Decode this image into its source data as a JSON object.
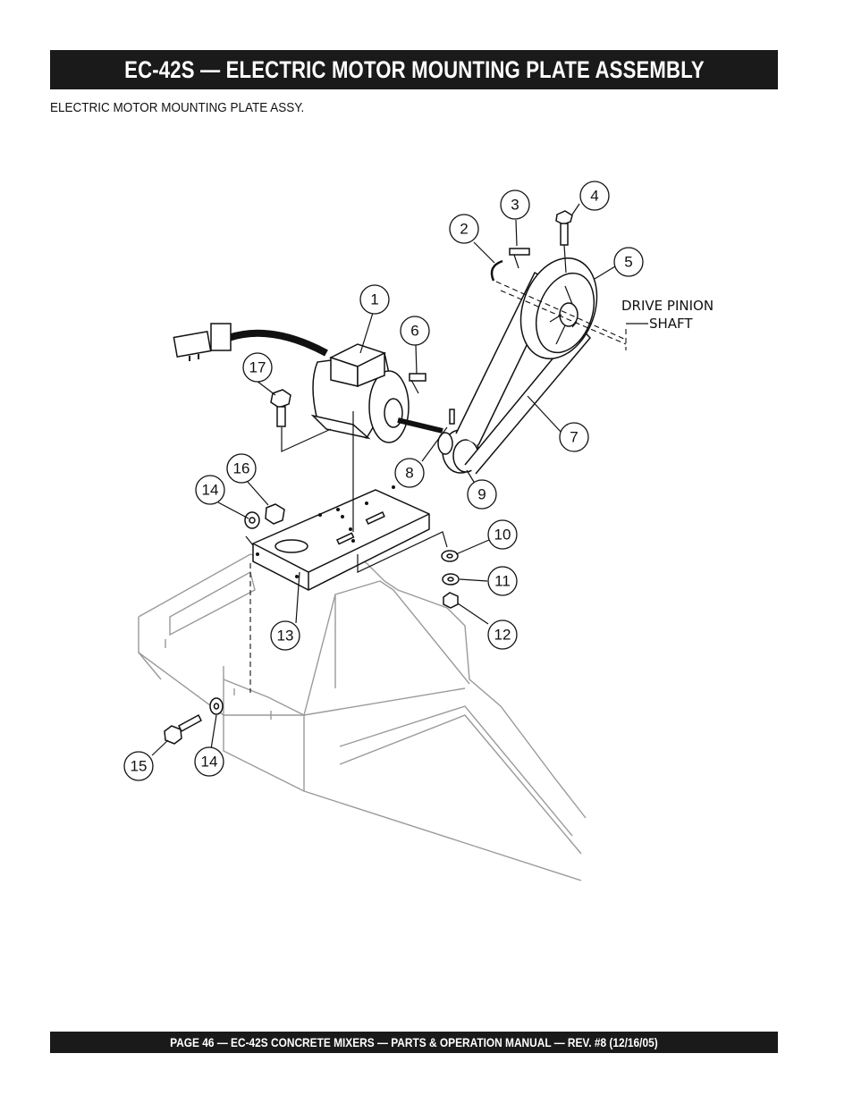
{
  "header": {
    "title": "EC-42S    — ELECTRIC MOTOR MOUNTING PLATE ASSEMBLY"
  },
  "subtitle": "ELECTRIC MOTOR MOUNTING PLATE ASSY.",
  "diagram": {
    "callouts": [
      "1",
      "2",
      "3",
      "4",
      "5",
      "6",
      "7",
      "8",
      "9",
      "10",
      "11",
      "12",
      "13",
      "14",
      "15",
      "16",
      "17"
    ],
    "label_drive_pinion": "DRIVE PINION",
    "label_shaft": "SHAFT"
  },
  "footer": {
    "text": "PAGE 46 — EC-42S    CONCRETE MIXERS — PARTS & OPERATION MANUAL — REV. #8 (12/16/05)"
  }
}
